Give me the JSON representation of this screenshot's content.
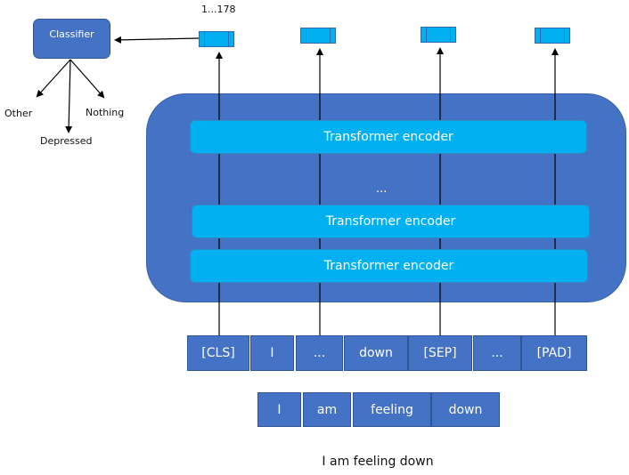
{
  "classifier": {
    "label": "Classifier",
    "outputs": [
      "Other",
      "Depressed",
      "Nothing"
    ]
  },
  "output_vectors": {
    "dimension_label": "1...178",
    "count": 4
  },
  "encoder_stack": {
    "layers": [
      "Transformer encoder",
      "Transformer encoder",
      "Transformer encoder"
    ],
    "ellipsis": "..."
  },
  "tokens": [
    "[CLS]",
    "I",
    "...",
    "down",
    "[SEP]",
    "...",
    "[PAD]"
  ],
  "words": [
    "I",
    "am",
    "feeling",
    "down"
  ],
  "sentence": "I am feeling down",
  "colors": {
    "dark_blue": "#4472c4",
    "cyan": "#00b0f0",
    "text": "#111111"
  }
}
